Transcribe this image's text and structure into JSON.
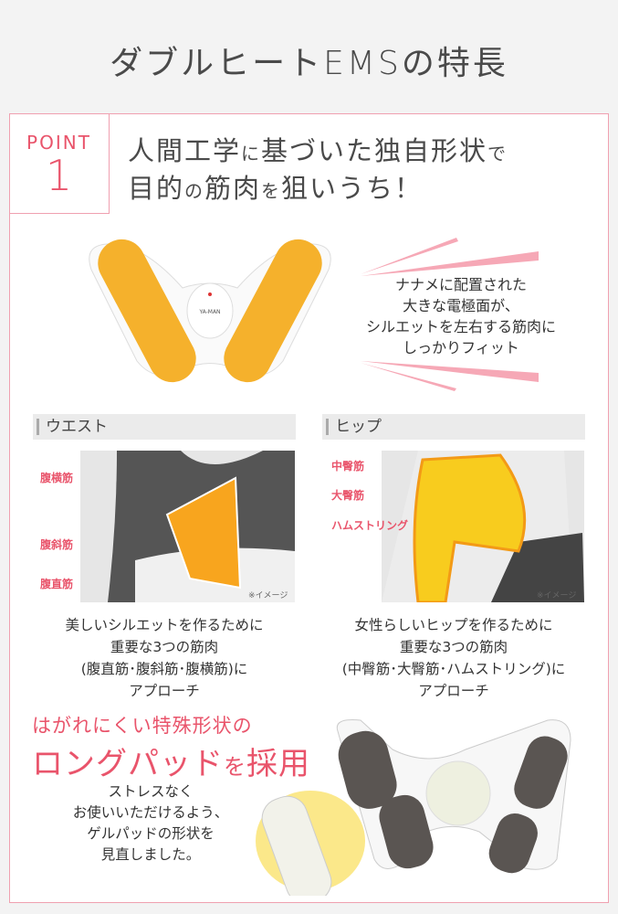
{
  "title": "ダブルヒートEMSの特長",
  "point": {
    "label": "POINT",
    "number": "1"
  },
  "headline": {
    "line1_a": "人間工学",
    "line1_b": "に",
    "line1_c": "基づいた独自形状",
    "line1_d": "で",
    "line2_a": "目的",
    "line2_b": "の",
    "line2_c": "筋肉",
    "line2_d": "を",
    "line2_e": "狙いうち！"
  },
  "callout": [
    "ナナメに配置された",
    "大きな電極面が、",
    "シルエットを左右する筋肉に",
    "しっかりフィット"
  ],
  "device_brand": "YA-MAN",
  "waist": {
    "heading": "ウエスト",
    "labels": [
      "腹横筋",
      "腹斜筋",
      "腹直筋"
    ],
    "note": "※イメージ",
    "desc": [
      "美しいシルエットを作るために",
      "重要な3つの筋肉",
      "(腹直筋･腹斜筋･腹横筋)に",
      "アプローチ"
    ]
  },
  "hip": {
    "heading": "ヒップ",
    "labels": [
      "中臀筋",
      "大臀筋",
      "ハムストリング"
    ],
    "note": "※イメージ",
    "desc": [
      "女性らしいヒップを作るために",
      "重要な3つの筋肉",
      "(中臀筋･大臀筋･ハムストリング)に",
      "アプローチ"
    ]
  },
  "pad": {
    "title1": "はがれにくい特殊形状の",
    "title2_a": "ロングパッド",
    "title2_b": "を",
    "title2_c": "採用",
    "desc": [
      "ストレスなく",
      "お使いいただけるよう、",
      "ゲルパッドの形状を",
      "見直しました。"
    ]
  },
  "colors": {
    "accent": "#e9546b",
    "pad_orange": "#f5a623",
    "pad_yellow": "#f7d84a",
    "border": "#f0a0b0"
  }
}
